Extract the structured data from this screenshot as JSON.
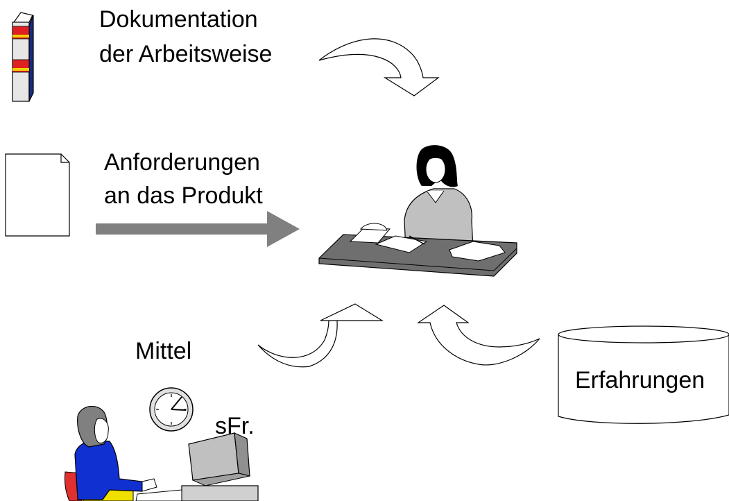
{
  "labels": {
    "documentation_line1": "Dokumentation",
    "documentation_line2": "der Arbeitsweise",
    "requirements_line1": "Anforderungen",
    "requirements_line2": "an das Produkt",
    "means": "Mittel",
    "currency": "sFr.",
    "experience": "Erfahrungen"
  },
  "icons": [
    "book-icon",
    "document-icon",
    "office-worker-icon",
    "clock-icon",
    "computer-user-icon",
    "database-cylinder-icon"
  ],
  "colors": {
    "arrow_gray": "#808080",
    "desk_top": "#6f6f6f",
    "blouse": "#c0c0c0",
    "book_red": "#e02020",
    "book_yellow": "#f0d000",
    "user_shirt": "#1030d0",
    "user_chair": "#e03030",
    "user_skirt": "#f0e000"
  }
}
